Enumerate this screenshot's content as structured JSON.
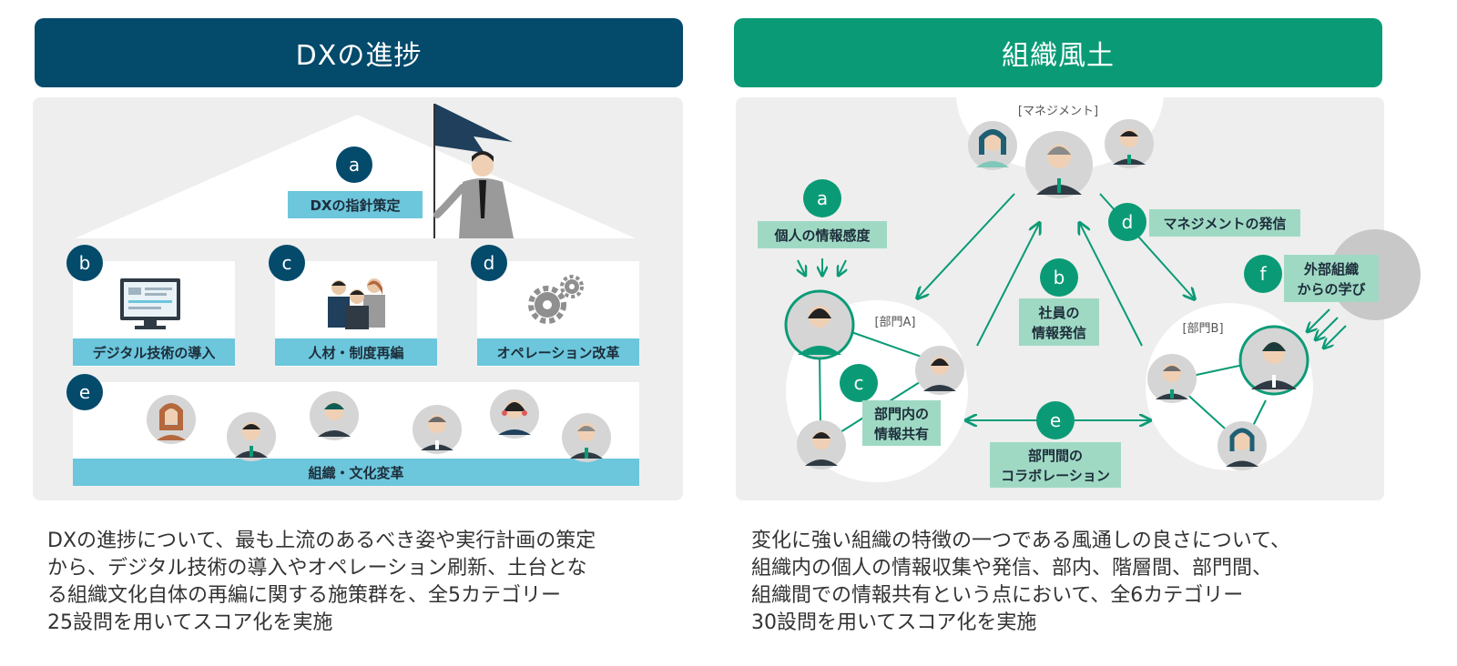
{
  "left": {
    "title": "DXの進捗",
    "items": [
      {
        "letter": "a",
        "label": "DXの指針策定"
      },
      {
        "letter": "b",
        "label": "デジタル技術の導入"
      },
      {
        "letter": "c",
        "label": "人材・制度再編"
      },
      {
        "letter": "d",
        "label": "オペレーション改革"
      },
      {
        "letter": "e",
        "label": "組織・文化変革"
      }
    ],
    "caption": [
      "DXの進捗について、最も上流のあるべき姿や実行計画の策定",
      "から、デジタル技術の導入やオペレーション刷新、土台とな",
      "る組織文化自体の再編に関する施策群を、全5カテゴリー",
      "25設問を用いてスコア化を実施"
    ]
  },
  "right": {
    "title": "組織風土",
    "management_label": "[マネジメント]",
    "dept_a_label": "[部門A]",
    "dept_b_label": "[部門B]",
    "items": [
      {
        "letter": "a",
        "lines": [
          "個人の情報感度"
        ]
      },
      {
        "letter": "b",
        "lines": [
          "社員の",
          "情報発信"
        ]
      },
      {
        "letter": "c",
        "lines": [
          "部門内の",
          "情報共有"
        ]
      },
      {
        "letter": "d",
        "lines": [
          "マネジメントの発信"
        ]
      },
      {
        "letter": "e",
        "lines": [
          "部門間の",
          "コラボレーション"
        ]
      },
      {
        "letter": "f",
        "lines": [
          "外部組織",
          "からの学び"
        ]
      }
    ],
    "caption": [
      "変化に強い組織の特徴の一つである風通しの良さについて、",
      "組織内の個人の情報収集や発信、部内、階層間、部門間、",
      "組織間での情報共有という点において、全6カテゴリー",
      "30設問を用いてスコア化を実施"
    ]
  },
  "colors": {
    "navy": "#034a6b",
    "green": "#0a9b76",
    "cyan": "#6cc6dc",
    "mint": "#9fd9c4",
    "panel": "#eeeeee"
  }
}
